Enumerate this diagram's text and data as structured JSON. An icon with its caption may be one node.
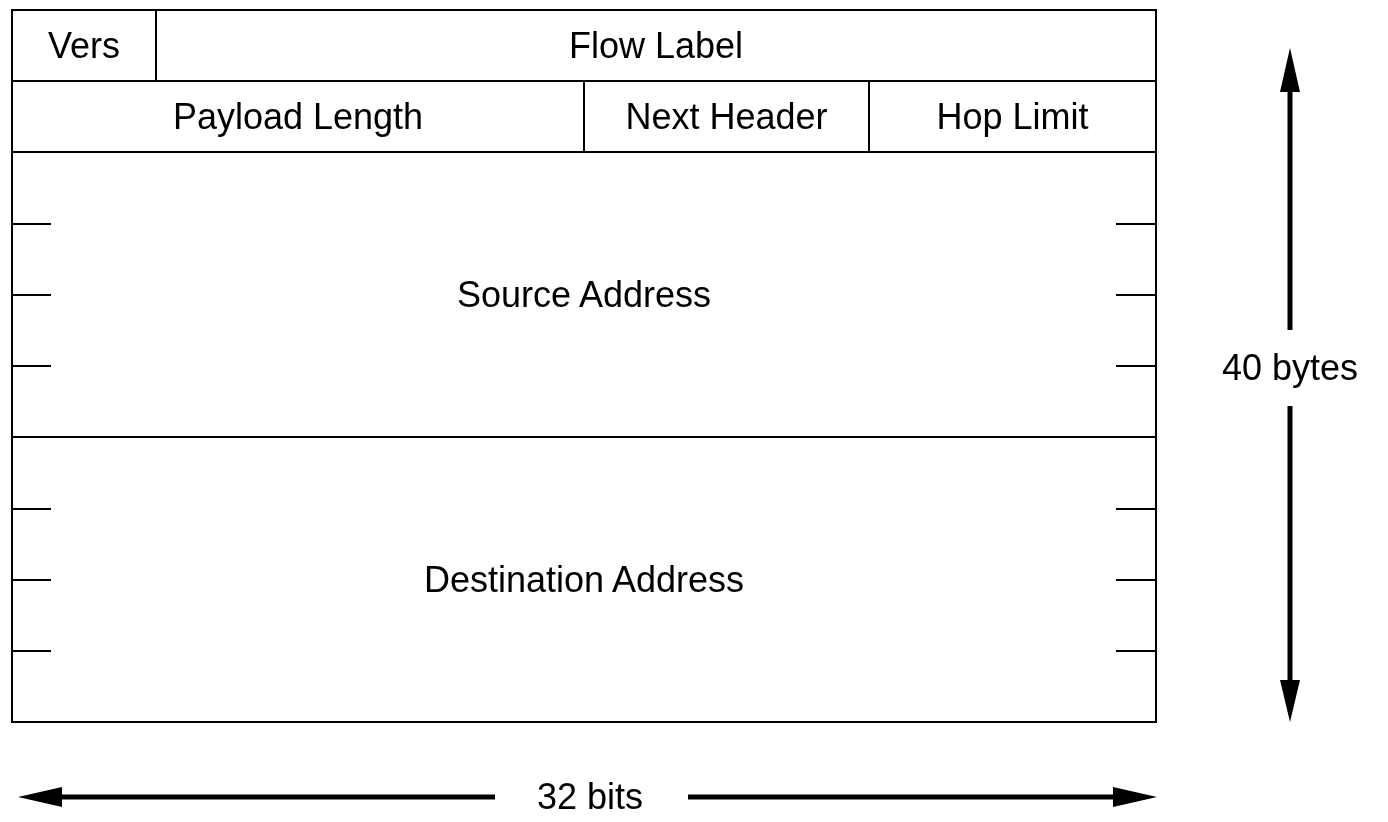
{
  "diagram": {
    "nodes": [
      {
        "text": [
          "Vers"
        ]
      },
      {
        "text": [
          "Flow Label"
        ]
      },
      {
        "text": [
          "Payload Length"
        ]
      },
      {
        "text": [
          "Next Header"
        ]
      },
      {
        "text": [
          "Hop Limit"
        ]
      },
      {
        "text": [
          "Source Address"
        ]
      },
      {
        "text": [
          "Destination Address"
        ]
      }
    ],
    "edges": [],
    "labels": [
      "40 bytes",
      "32 bits"
    ]
  }
}
